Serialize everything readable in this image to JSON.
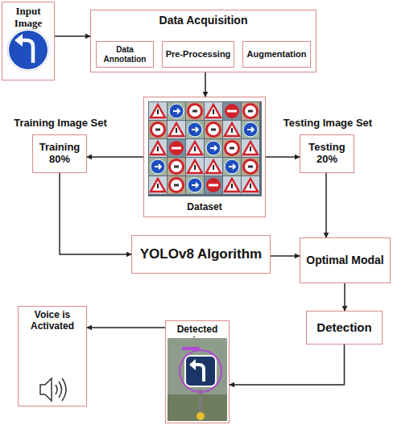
{
  "diagram": {
    "nodes": [
      {
        "text": [
          "Input Image"
        ]
      },
      {
        "text": [
          "Data Acquisition"
        ]
      },
      {
        "text": [
          "Data Annotation"
        ],
        "in": 1
      },
      {
        "text": [
          "Pre-Processing"
        ],
        "in": 1
      },
      {
        "text": [
          "Augmentation"
        ],
        "in": 1
      },
      {
        "text": [
          "Dataset"
        ]
      },
      {
        "text": [
          "Training Image Set",
          "Training 80%"
        ]
      },
      {
        "text": [
          "Testing Image Set",
          "Testing 20%"
        ]
      },
      {
        "text": [
          "YOLOv8 Algorithm"
        ]
      },
      {
        "text": [
          "Optimal Modal"
        ]
      },
      {
        "text": [
          "Detection"
        ]
      },
      {
        "text": [
          "Detected sign"
        ]
      },
      {
        "text": [
          "Voice is Activated"
        ]
      }
    ],
    "edges": [
      {
        "from": 0,
        "to": 1,
        "arrow": "to"
      },
      {
        "from": 1,
        "to": 5,
        "arrow": "to"
      },
      {
        "from": 5,
        "to": 6,
        "arrow": "to"
      },
      {
        "from": 5,
        "to": 7,
        "arrow": "to"
      },
      {
        "from": 6,
        "to": 8,
        "arrow": "to"
      },
      {
        "from": 7,
        "to": 9,
        "arrow": "to"
      },
      {
        "from": 8,
        "to": 9,
        "arrow": "to"
      },
      {
        "from": 9,
        "to": 10,
        "arrow": "to"
      },
      {
        "from": 10,
        "to": 11,
        "arrow": "to"
      },
      {
        "from": 11,
        "to": 12,
        "arrow": "to"
      }
    ]
  }
}
